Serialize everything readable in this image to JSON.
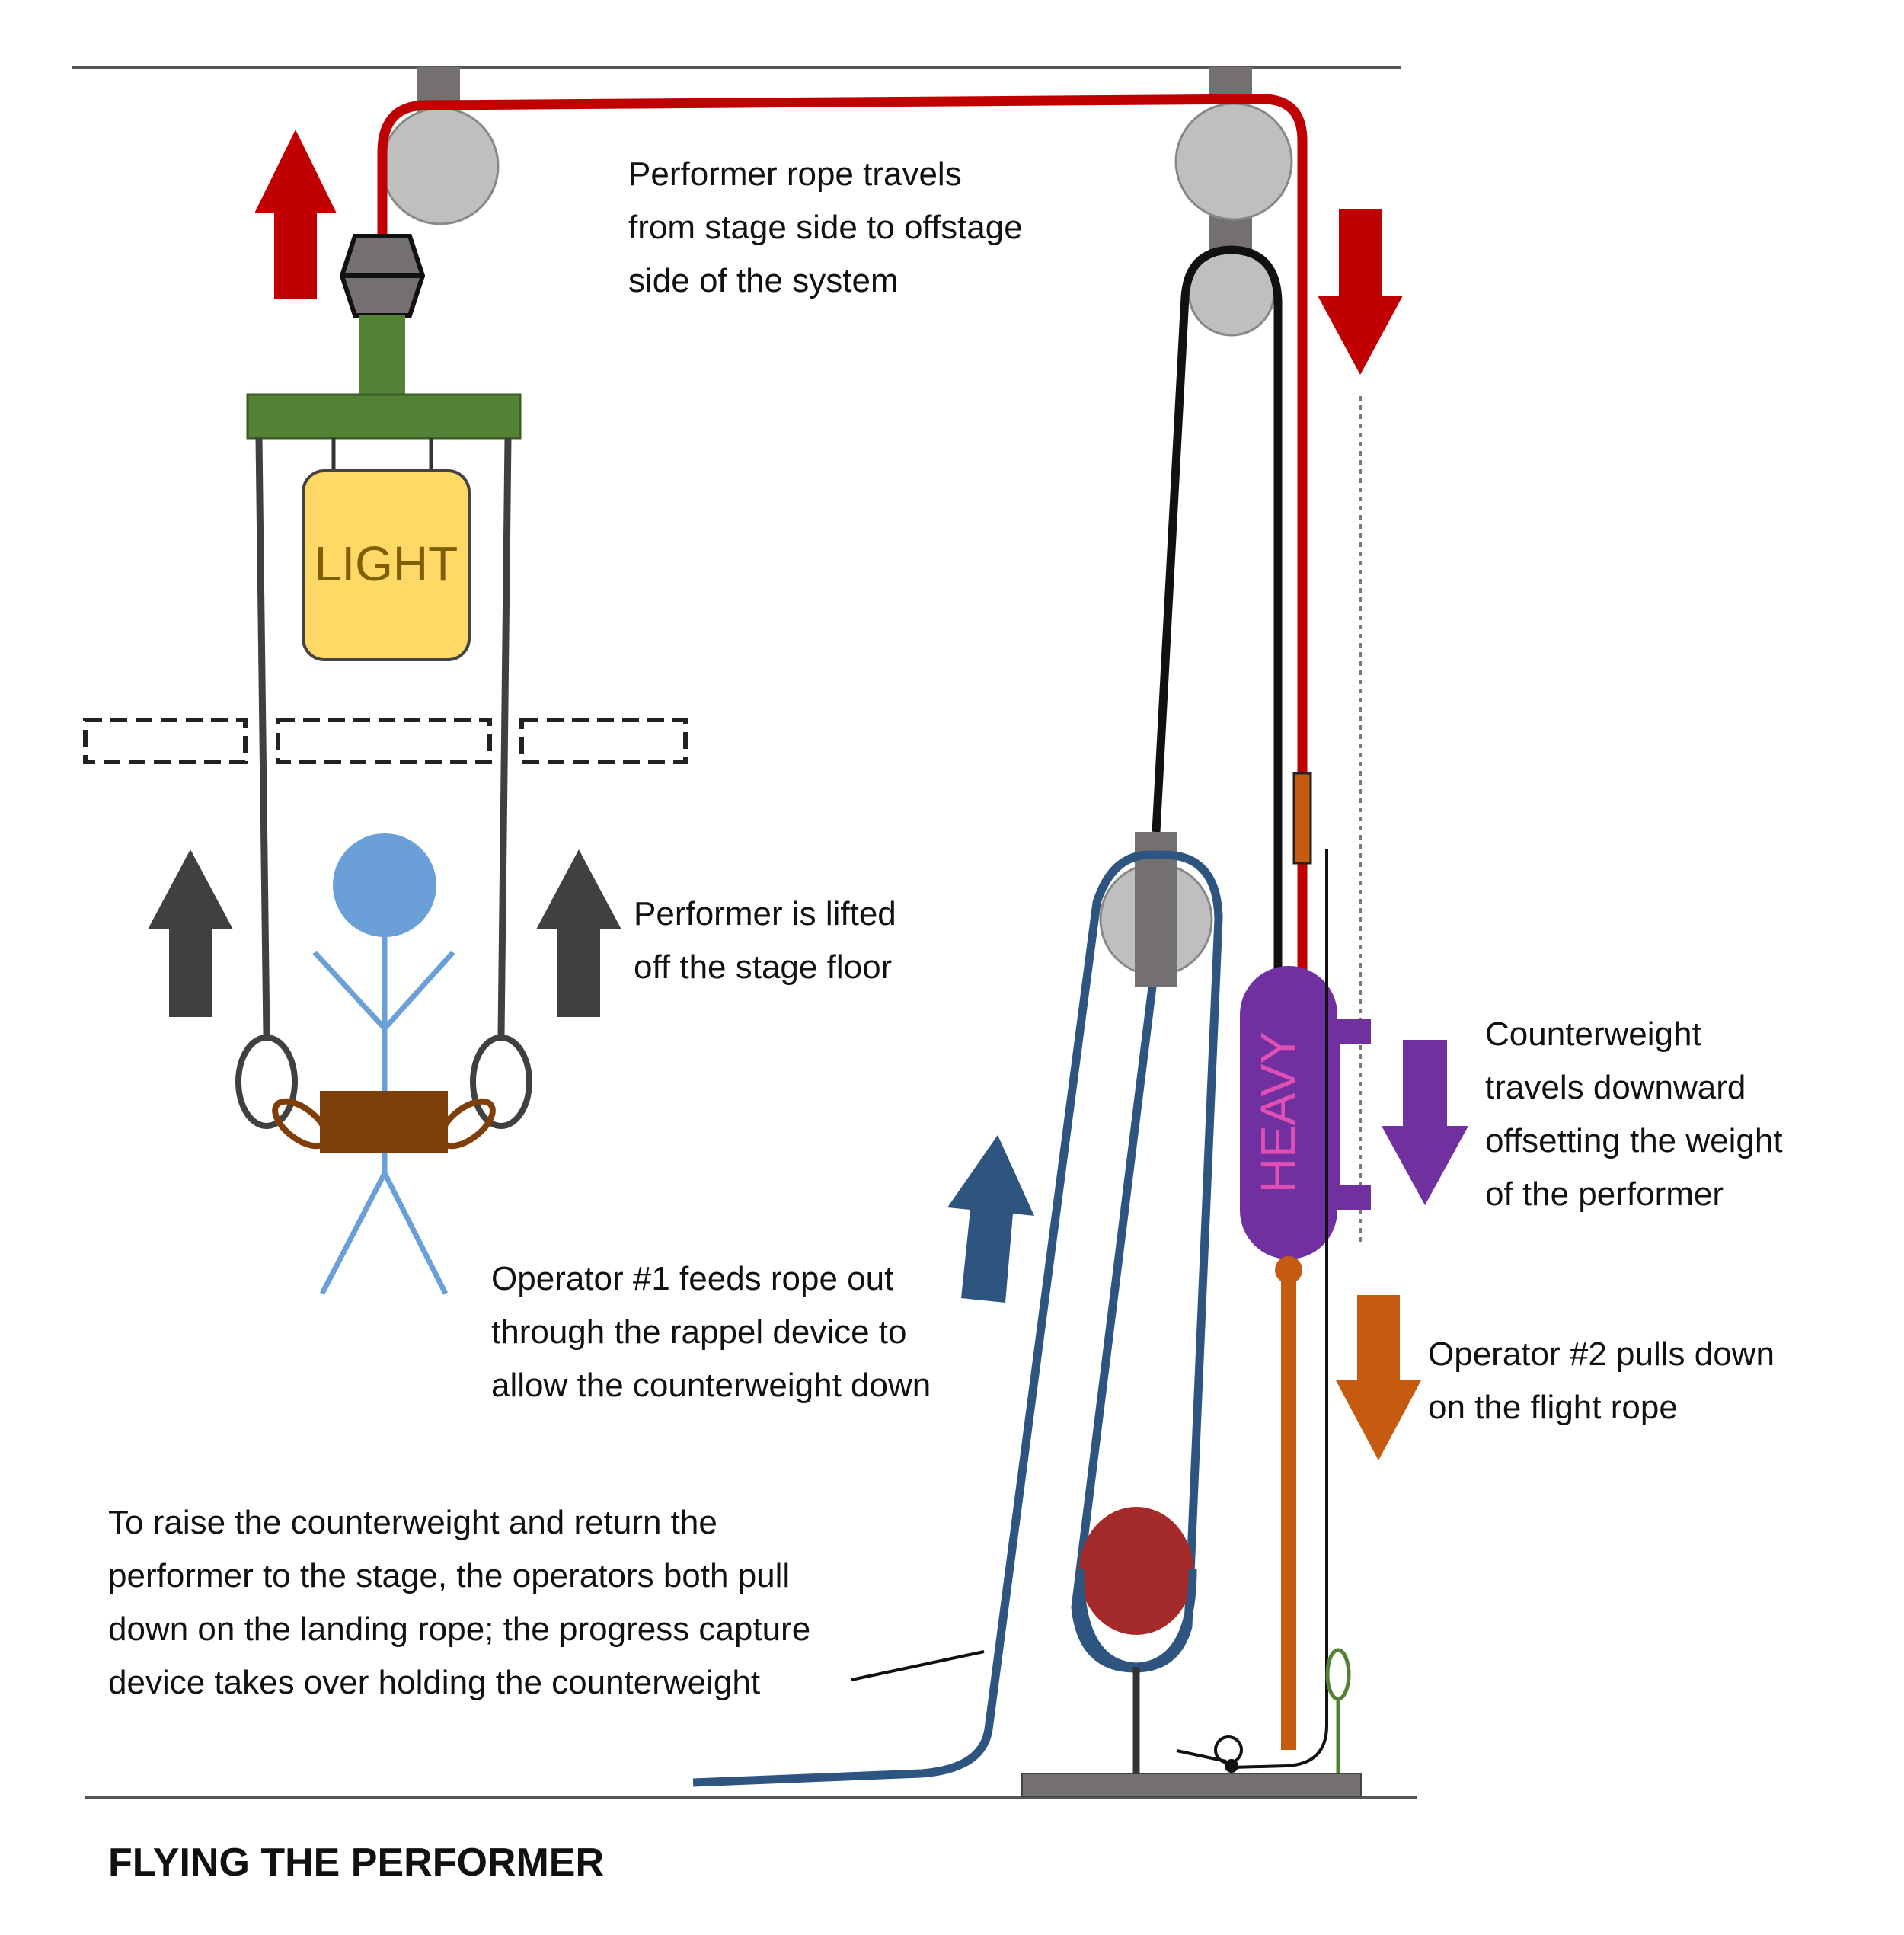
{
  "colors": {
    "performer_rope": "#c00000",
    "operating_rope": "#2e5480",
    "flight_rope": "#c55a11",
    "counterweight": "#7030a0",
    "counterweight_text": "#e14fb4",
    "arrow_dark": "#404040",
    "pulley": "#bfbfbf",
    "pulley_mount": "#757070",
    "spreader_bar": "#548235",
    "light_box": "#ffd966",
    "light_text": "#7f6000",
    "performer": "#6a9fd8",
    "harness": "#7f3f0b",
    "capture_device": "#a52a2a",
    "anchor": "#548235"
  },
  "labels": {
    "light": "LIGHT",
    "heavy": "HEAVY"
  },
  "captions": {
    "rope_travel": [
      "Performer rope travels",
      "from stage side to offstage",
      "side of the system"
    ],
    "performer_lifted": [
      "Performer is lifted",
      "off the stage floor"
    ],
    "counterweight": [
      "Counterweight",
      "travels downward",
      "offsetting the weight",
      "of the performer"
    ],
    "operator1": [
      "Operator #1 feeds rope out",
      "through the rappel device to",
      "allow the counterweight down"
    ],
    "operator2": [
      "Operator #2 pulls down",
      "on the flight rope"
    ],
    "raise": [
      "To raise the counterweight and return the",
      "performer to the stage, the operators both pull",
      "down on the landing rope; the progress capture",
      "device takes over holding the counterweight"
    ]
  },
  "title": "FLYING THE PERFORMER"
}
